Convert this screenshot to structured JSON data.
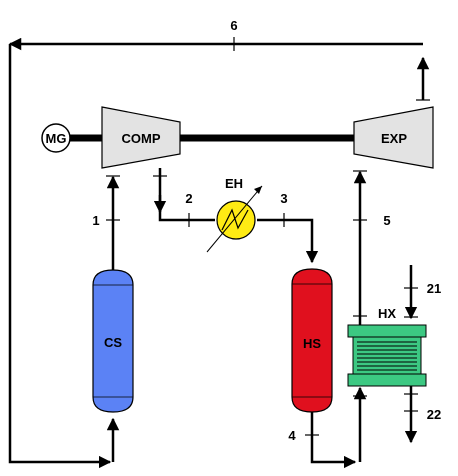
{
  "components": {
    "mg": "MG",
    "comp": "COMP",
    "exp": "EXP",
    "eh": "EH",
    "cs": "CS",
    "hs": "HS",
    "hx": "HX"
  },
  "streams": {
    "s1": "1",
    "s2": "2",
    "s3": "3",
    "s4": "4",
    "s5": "5",
    "s6": "6",
    "s21": "21",
    "s22": "22"
  },
  "colors": {
    "turbomachine": "#e3e3e3",
    "cold_storage": "#5b82f5",
    "hot_storage": "#e0101e",
    "heat_exchanger": "#3cc882",
    "heater": "#ffeb14"
  }
}
